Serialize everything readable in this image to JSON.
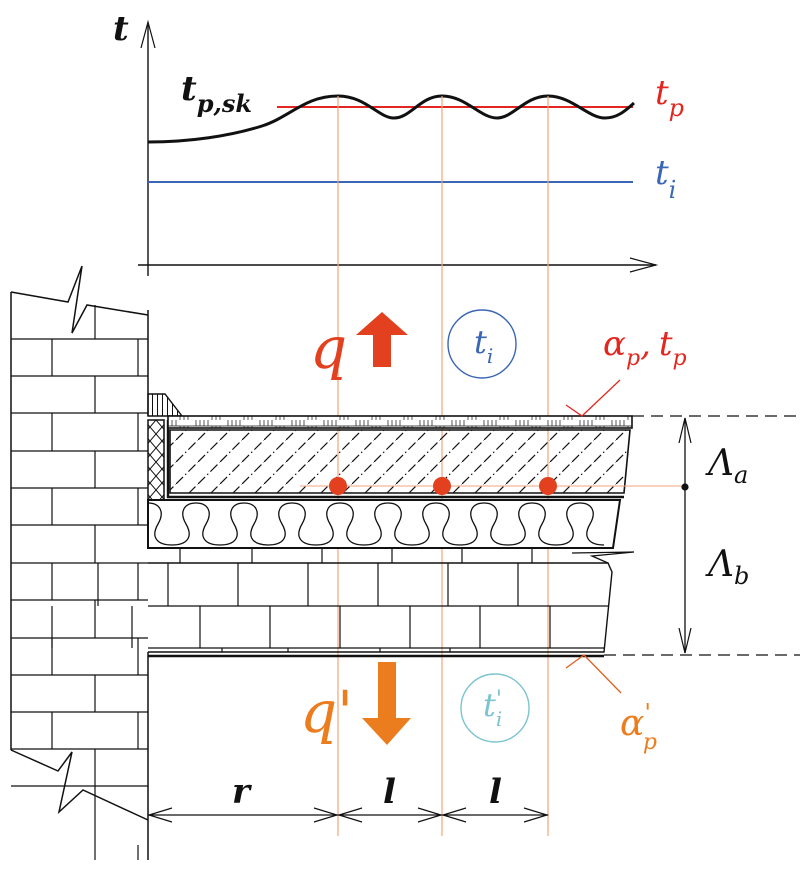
{
  "graph": {
    "y_axis_label": "t",
    "curve_label": {
      "main": "t",
      "sub": "p,sk"
    },
    "surface_temp_label": {
      "main": "t",
      "sub": "p"
    },
    "indoor_temp_label": {
      "main": "t",
      "sub": "i"
    }
  },
  "section": {
    "heat_flow_up": {
      "label": "q"
    },
    "indoor_above": {
      "main": "t",
      "sub": "i"
    },
    "surface_coeff_above": {
      "alpha": "α",
      "alpha_sub": "p",
      "sep": ",",
      "t": "t",
      "t_sub": "p"
    },
    "layer_a": {
      "main": "Λ",
      "sub": "a"
    },
    "layer_b": {
      "main": "Λ",
      "sub": "b"
    },
    "heat_flow_down": {
      "label": "q'"
    },
    "indoor_below": {
      "main": "t",
      "sub": "i",
      "prime": "'"
    },
    "surface_coeff_below": {
      "alpha": "α",
      "alpha_sub": "p",
      "prime": "'"
    }
  },
  "dimensions": {
    "edge_distance": "r",
    "pipe_spacing_1": "l",
    "pipe_spacing_2": "l"
  },
  "colors": {
    "line": "#111111",
    "surface_temp": "#e3261f",
    "indoor_temp": "#3a66b5",
    "heat_up": "#e2401f",
    "heat_down": "#ec7d1e",
    "indoor_below": "#7cc4cf",
    "guide": "#f2a47c",
    "pipe": "#e2401f"
  }
}
